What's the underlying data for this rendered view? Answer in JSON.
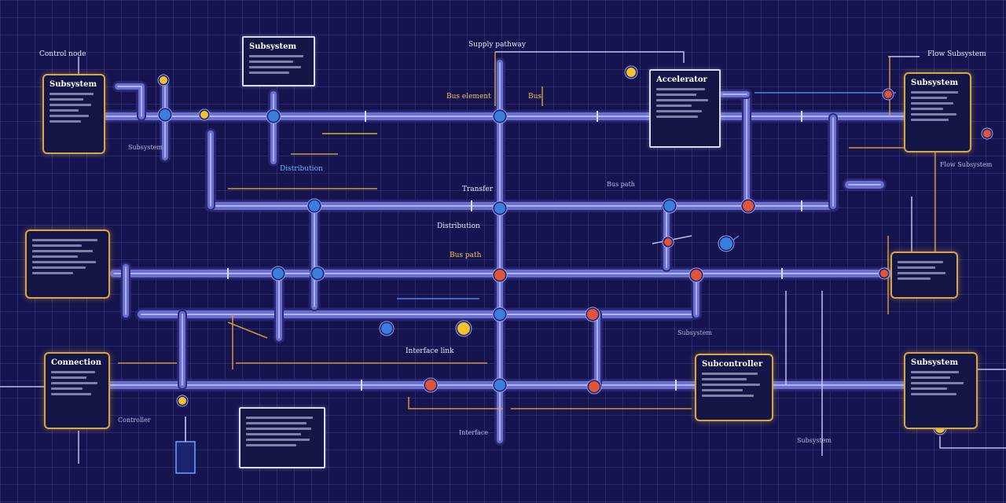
{
  "diagram": {
    "colors": {
      "background": "#15144e",
      "grid": "#5a64be",
      "pipe": "#6a6fd0",
      "pipe_highlight": "#d9dcff",
      "accent_gold": "#d8a54a",
      "valve_red": "#e0553a",
      "valve_blue": "#3a7fe0",
      "valve_yellow": "#f2c230"
    },
    "panels": [
      {
        "title": "Subsystem",
        "style": "gold"
      },
      {
        "title": "Subsystem",
        "style": "white"
      },
      {
        "title": "Accelerator",
        "style": "white"
      },
      {
        "title": "Subsystem",
        "style": "gold"
      },
      {
        "title": "",
        "style": "gold"
      },
      {
        "title": "",
        "style": "gold"
      },
      {
        "title": "Connection",
        "style": "gold"
      },
      {
        "title": "",
        "style": "white"
      },
      {
        "title": "Subcontroller",
        "style": "gold"
      },
      {
        "title": "Subsystem",
        "style": "gold"
      }
    ],
    "labels": {
      "top_left": "Control node",
      "top_center": "Supply pathway",
      "top_right": "Flow Subsystem",
      "pipe_a": "Bus element",
      "pipe_b": "Bus",
      "mid_a": "Distribution",
      "mid_b": "Transfer",
      "mid_c": "Subsystem",
      "mid_d": "Bus path",
      "mid_e": "Distribution",
      "right_a": "Flow Subsystem",
      "lower_a": "Interface link",
      "lower_b": "Subsystem",
      "lower_c": "Bus path",
      "bottom_a": "Controller",
      "bottom_b": "Interface",
      "bottom_c": "Subsystem"
    }
  }
}
